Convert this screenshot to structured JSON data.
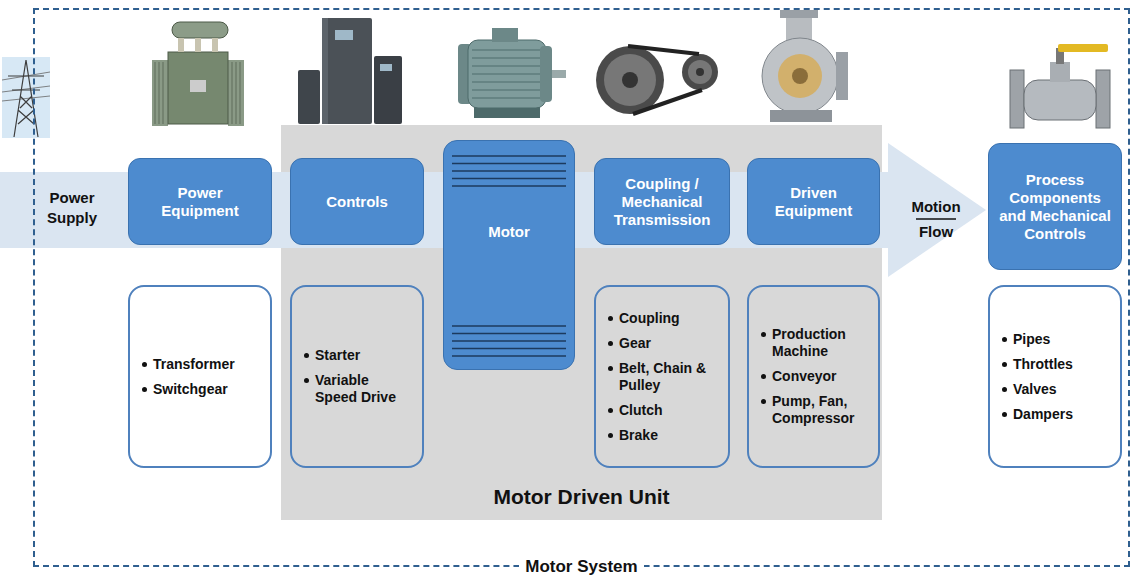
{
  "diagram": {
    "nodes": [
      {
        "text": [
          "Motor System"
        ]
      },
      {
        "text": [
          "Power Equipment"
        ],
        "in": 0
      },
      {
        "text": [
          "Transformer",
          "Switchgear"
        ],
        "in": 0
      },
      {
        "text": [
          "Motor Driven Unit"
        ],
        "in": 0
      },
      {
        "text": [
          "Controls"
        ],
        "in": 3
      },
      {
        "text": [
          "Starter",
          "Variable Speed Drive"
        ],
        "in": 3
      },
      {
        "text": [
          "Motor"
        ],
        "in": 3
      },
      {
        "text": [
          "Coupling / Mechanical Transmission"
        ],
        "in": 3
      },
      {
        "text": [
          "Coupling",
          "Gear",
          "Belt, Chain & Pulley",
          "Clutch",
          "Brake"
        ],
        "in": 3
      },
      {
        "text": [
          "Driven Equipment"
        ],
        "in": 3
      },
      {
        "text": [
          "Production Machine",
          "Conveyor",
          "Pump, Fan, Compressor"
        ],
        "in": 3
      },
      {
        "text": [
          "Process Components and Mechanical Controls"
        ],
        "in": 0
      },
      {
        "text": [
          "Pipes",
          "Throttles",
          "Valves",
          "Dampers"
        ],
        "in": 0
      }
    ],
    "edges": [
      {
        "from": 9,
        "to": 11,
        "arrow": "to"
      }
    ],
    "labels": [
      "Power Supply",
      "Motion",
      "Flow"
    ]
  }
}
